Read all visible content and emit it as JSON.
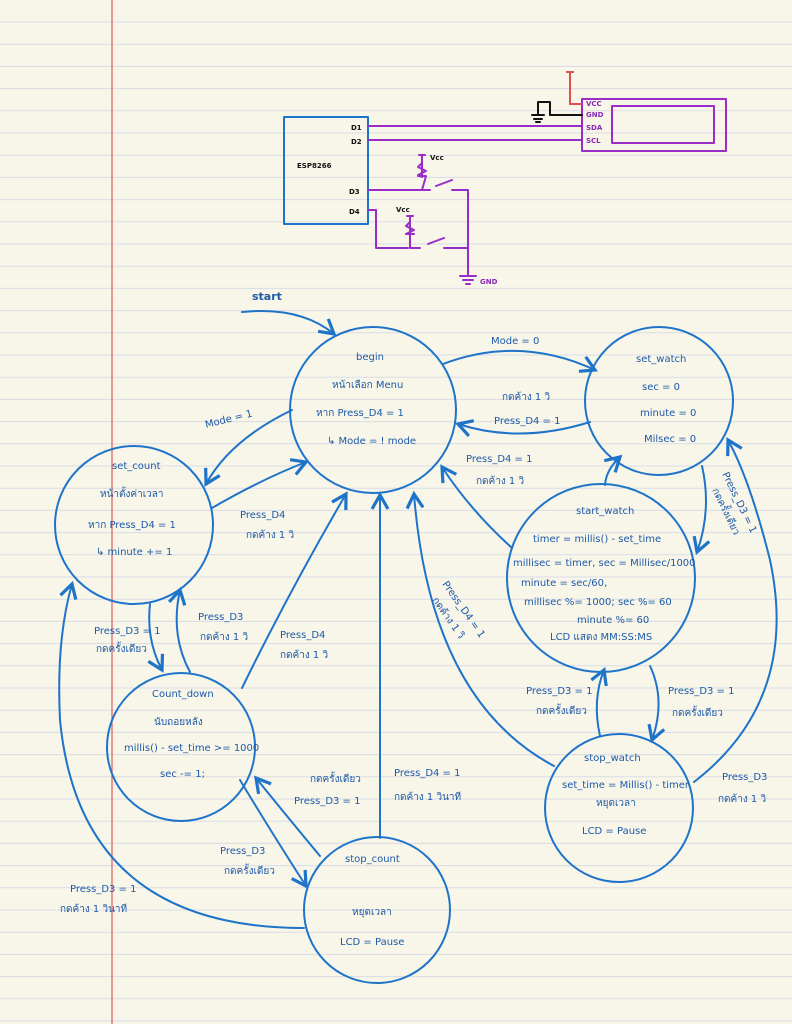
{
  "circuit": {
    "mcu": "ESP8266",
    "pins": [
      "D1",
      "D2",
      "D3",
      "D4"
    ],
    "vcc1": "Vcc",
    "vcc2": "Vcc",
    "gnd": "GND",
    "lcd_pins": [
      "VCC",
      "GND",
      "SDA",
      "SCL"
    ]
  },
  "start_label": "start",
  "states": {
    "begin": {
      "name": "begin",
      "lines": [
        "หน้าเลือก Menu",
        "หาก Press_D4 = 1",
        "↳ Mode = ! mode"
      ]
    },
    "set_watch": {
      "name": "set_watch",
      "lines": [
        "sec = 0",
        "minute = 0",
        "Milsec = 0"
      ]
    },
    "set_count": {
      "name": "set_count",
      "lines": [
        "หน้าตั้งค่าเวลา",
        "หาก Press_D4 = 1",
        "↳ minute += 1"
      ]
    },
    "start_watch": {
      "name": "start_watch",
      "lines": [
        "timer = millis() - set_time",
        "millisec = timer, sec = Millisec/1000",
        "minute = sec/60,",
        "millisec %= 1000; sec %= 60",
        "minute %= 60",
        "LCD แสดง MM:SS:MS"
      ]
    },
    "count_down": {
      "name": "Count_down",
      "lines": [
        "นับถอยหลัง",
        "millis() - set_time >= 1000",
        "sec -= 1;"
      ]
    },
    "stop_watch": {
      "name": "stop_watch",
      "lines": [
        "set_time = Millis() - timer",
        "หยุดเวลา",
        "LCD = Pause"
      ]
    },
    "stop_count": {
      "name": "stop_count",
      "lines": [
        "หยุดเวลา",
        "LCD = Pause"
      ]
    }
  },
  "transitions": {
    "begin_to_setwatch": "Mode = 0",
    "setwatch_to_begin": [
      "กดค้าง 1 วิ",
      "Press_D4 = 1"
    ],
    "begin_to_setcount": "Mode = 1",
    "setcount_to_begin": [
      "Press_D4",
      "กดค้าง 1 วิ"
    ],
    "startwatch_to_begin": [
      "Press_D4 = 1",
      "กดค้าง 1 วิ"
    ],
    "setwatch_to_startwatch": [
      "Press_D3 = 1",
      "กดครั้งเดียว"
    ],
    "stopwatch_to_begin": [
      "Press_D4 = 1",
      "กดค้าง 1 วิ"
    ],
    "setcount_to_countdown": [
      "Press_D3 = 1",
      "กดครั้งเดียว"
    ],
    "countdown_to_setcount": [
      "Press_D3",
      "กดค้าง 1 วิ"
    ],
    "countdown_to_begin": [
      "Press_D4",
      "กดค้าง 1 วิ"
    ],
    "startwatch_to_stopwatch": [
      "Press_D3 = 1",
      "กดครั้งเดียว"
    ],
    "stopwatch_to_startwatch": [
      "Press_D3 = 1",
      "กดครั้งเดียว"
    ],
    "stopcount_to_begin": [
      "Press_D4 = 1",
      "กดค้าง 1 วินาที"
    ],
    "stopcount_to_countdown": [
      "กดครั้งเดียว",
      "Press_D3 = 1"
    ],
    "countdown_to_stopcount": [
      "Press_D3",
      "กดครั้งเดียว"
    ],
    "stopwatch_to_setwatch": [
      "Press_D3",
      "กดค้าง 1 วิ"
    ],
    "stopcount_to_setcount": [
      "Press_D3 = 1",
      "กดค้าง 1 วินาที"
    ]
  },
  "colors": {
    "ink": "#1e74c9",
    "wire": "#9a2cc9",
    "margin": "#e25a5a",
    "paper": "#f8f5e9"
  }
}
